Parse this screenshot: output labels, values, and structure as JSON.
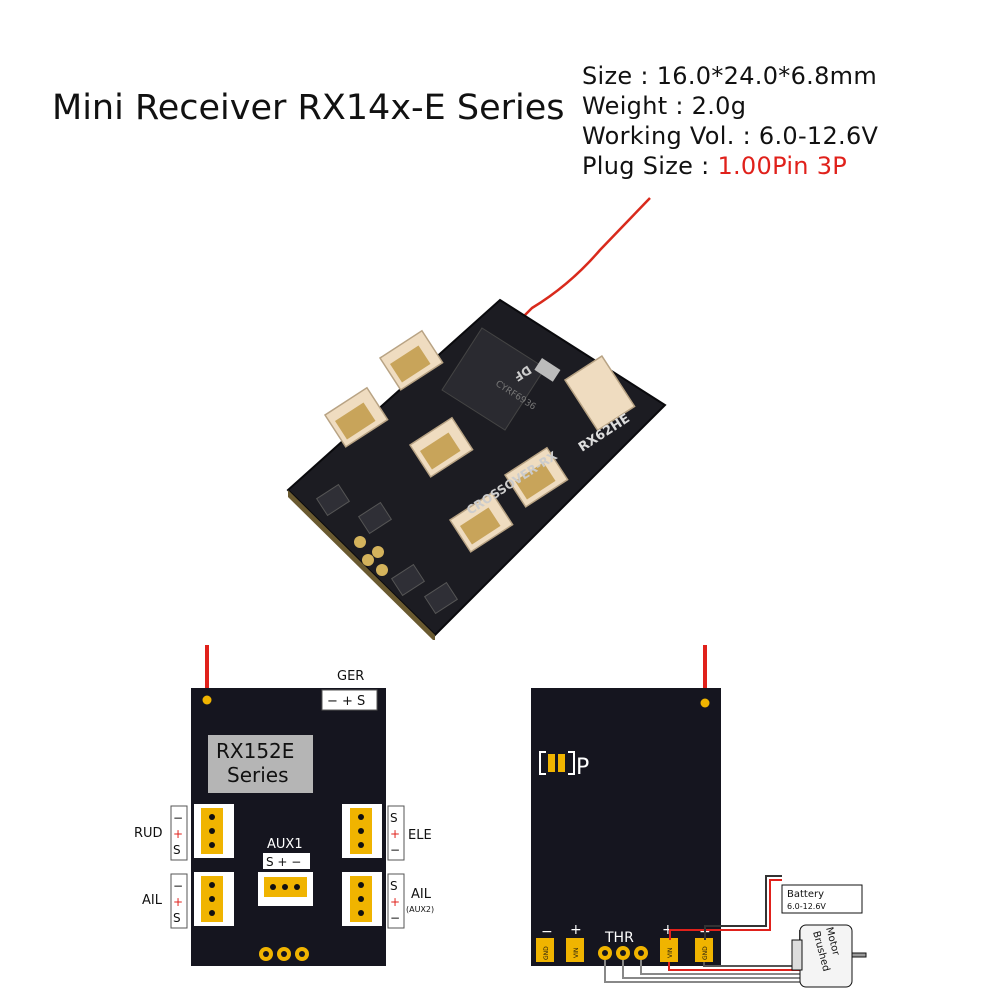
{
  "title": "Mini Receiver RX14x-E Series",
  "specs": {
    "size": "Size : 16.0*24.0*6.8mm",
    "weight": "Weight : 2.0g",
    "voltage": "Working Vol. : 6.0-12.6V",
    "plug_prefix": "Plug Size : ",
    "plug_value": "1.00Pin 3P"
  },
  "photo": {
    "board_marking_1": "RX62HE",
    "board_marking_2": "CROSSOVER-RX",
    "board_marking_3": "DF"
  },
  "front_diagram": {
    "board_label_line1": "RX152E",
    "board_label_line2": "Series",
    "ger": {
      "label": "GER",
      "pins": "− + S"
    },
    "rud": {
      "label": "RUD",
      "pins": [
        "S",
        "+",
        "−"
      ]
    },
    "ail": {
      "label": "AIL",
      "pins": [
        "S",
        "+",
        "−"
      ]
    },
    "ele": {
      "label": "ELE",
      "pins": [
        "S",
        "+",
        "−"
      ]
    },
    "ail2": {
      "label": "AIL",
      "sub": "(AUX2)",
      "pins": [
        "S",
        "+",
        "−"
      ]
    },
    "aux1": {
      "label": "AUX1",
      "pins": "S + −"
    }
  },
  "back_diagram": {
    "bind_label": "P",
    "thr_label": "THR",
    "pads": [
      "GND",
      "VIN",
      "VIN",
      "GND"
    ],
    "pad_signs": [
      "−",
      "+",
      "+",
      "−"
    ],
    "battery_label": "Battery",
    "battery_range": "6.0-12.6V",
    "motor_line1": "Brushed",
    "motor_line2": "Motor"
  },
  "colors": {
    "accent_red": "#e0211b",
    "pad_yellow": "#f0b400",
    "board_dark": "#15151f"
  }
}
